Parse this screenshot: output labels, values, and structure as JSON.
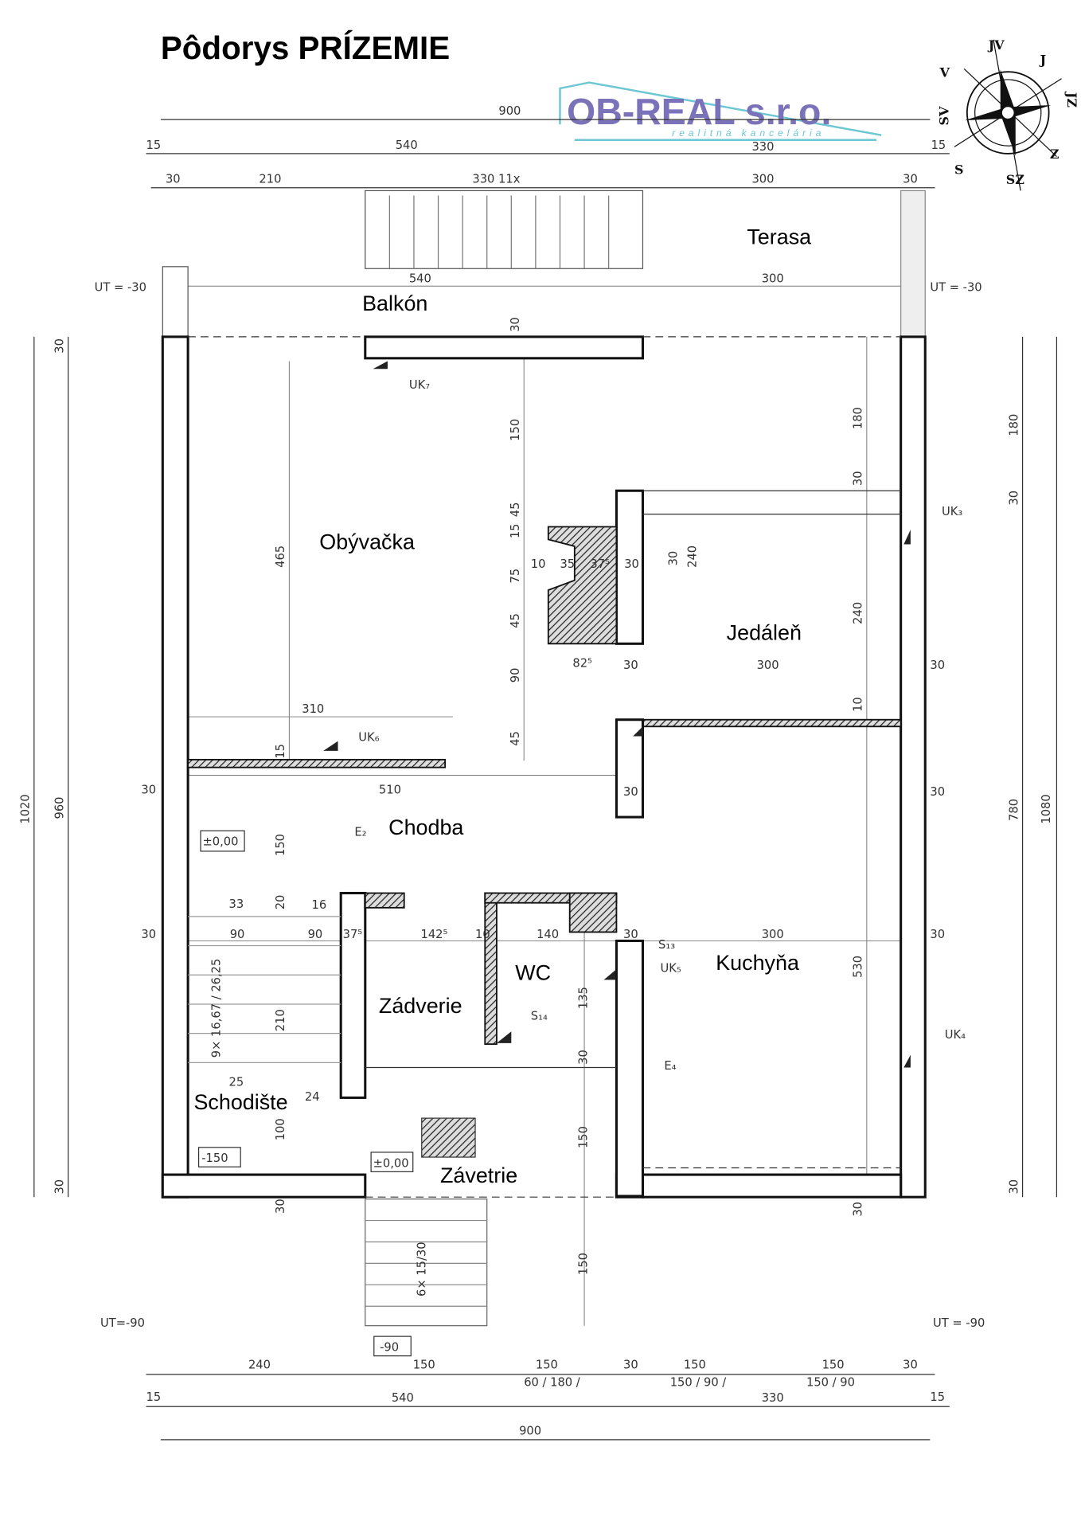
{
  "title": "Pôdorys  PRÍZEMIE",
  "logo": {
    "name": "OB-REAL s.r.o.",
    "tagline": "realitná kancelária",
    "color": "#7b73b9",
    "accent": "#6cc7d3"
  },
  "compass": {
    "labels": [
      "JV",
      "J",
      "JZ",
      "Z",
      "SZ",
      "S",
      "SV",
      "V"
    ]
  },
  "rooms": {
    "terasa": "Terasa",
    "balkon": "Balkón",
    "obyvacka": "Obývačka",
    "jedalen": "Jedáleň",
    "chodba": "Chodba",
    "kuchyna": "Kuchyňa",
    "wc": "WC",
    "zadverie": "Zádverie",
    "schodiste": "Schodište",
    "zavetrie": "Závetrie"
  },
  "dims_top": [
    "900",
    "15",
    "540",
    "330",
    "15",
    "30",
    "210",
    "330 11x",
    "300",
    "30",
    "540",
    "300"
  ],
  "dims_bottom": [
    "240",
    "150",
    "150",
    "60 / 180 /",
    "30",
    "150",
    "150 / 90 /",
    "150",
    "150 / 90",
    "30",
    "15",
    "540",
    "330",
    "15",
    "900"
  ],
  "dims_left": [
    "30",
    "1020",
    "960",
    "30",
    "30",
    "30"
  ],
  "dims_right": [
    "180",
    "30",
    "780",
    "1080",
    "30",
    "30",
    "30",
    "30"
  ],
  "dims_inner": [
    "30",
    "150",
    "180",
    "465",
    "45",
    "15",
    "75",
    "45",
    "90",
    "45",
    "10",
    "35",
    "37⁵",
    "30",
    "30",
    "240",
    "240",
    "30",
    "82⁵",
    "30",
    "300",
    "10",
    "310",
    "15",
    "510",
    "30",
    "150",
    "33",
    "20",
    "16",
    "90",
    "90",
    "37⁵",
    "142⁵",
    "10",
    "140",
    "30",
    "300",
    "530",
    "9× 16,67 / 26,25",
    "210",
    "135",
    "30",
    "25",
    "24",
    "100",
    "150",
    "30",
    "30",
    "6× 15/30",
    "150"
  ],
  "markers": {
    "uk7": "UK₇",
    "uk3": "UK₃",
    "uk6": "UK₆",
    "uk5": "UK₅",
    "uk4": "UK₄",
    "e2": "E₂",
    "e4": "E₄",
    "s13": "S₁₃",
    "s14": "S₁₄"
  },
  "levels": {
    "ut_tl": "UT = -30",
    "ut_tr": "UT = -30",
    "ut_bl": "UT=-90",
    "ut_br": "UT = -90",
    "chodba": "±0,00",
    "schody": "-150",
    "zavetrie": "±0,00",
    "entry": "-90"
  }
}
